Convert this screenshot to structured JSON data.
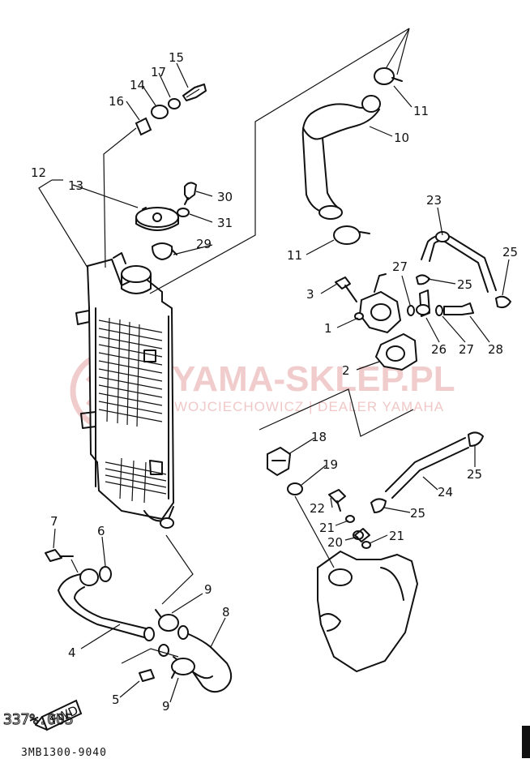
{
  "diagram": {
    "document_code": "3MB1300-9040",
    "bottom_garble": "337%.005",
    "fwd_label": "FWD",
    "watermark": {
      "brand": "YAMA-SKLEP.PL",
      "subline": "WOJCIECHOWICZ | DEALER YAMAHA",
      "color": "#e7a3a3"
    },
    "callouts": [
      "1",
      "2",
      "3",
      "4",
      "5",
      "6",
      "7",
      "8",
      "9",
      "9",
      "10",
      "11",
      "11",
      "12",
      "13",
      "14",
      "15",
      "16",
      "17",
      "18",
      "19",
      "20",
      "21",
      "21",
      "22",
      "23",
      "24",
      "25",
      "25",
      "25",
      "25",
      "26",
      "27",
      "27",
      "28",
      "29",
      "30",
      "31"
    ]
  }
}
